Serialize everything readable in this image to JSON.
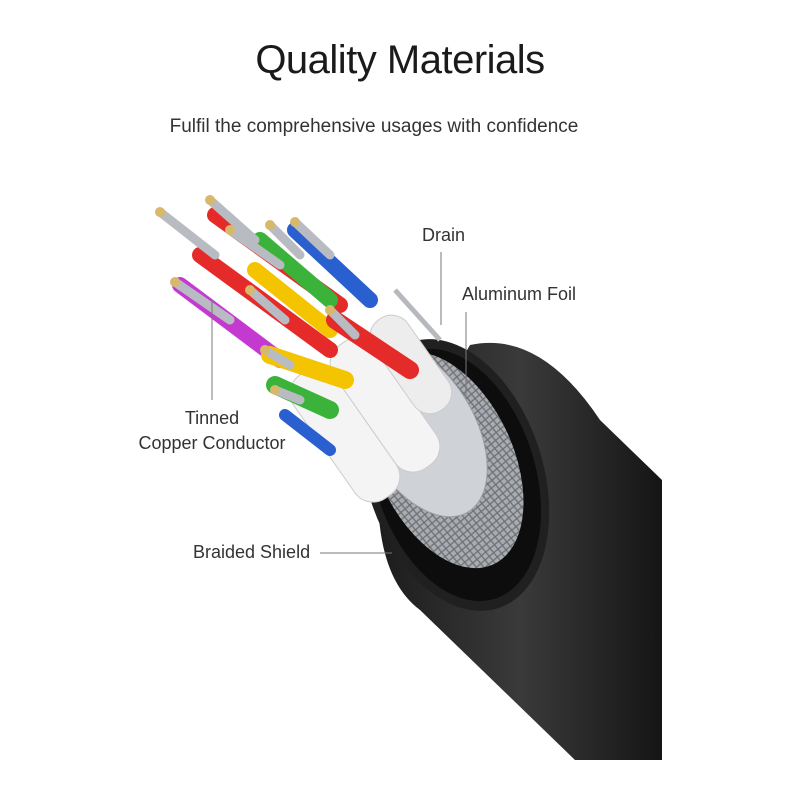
{
  "header": {
    "title": "Quality Materials",
    "subtitle": "Fulfil the comprehensive usages with confidence"
  },
  "callouts": {
    "drain": "Drain",
    "aluminum_foil": "Aluminum Foil",
    "tinned_line1": "Tinned",
    "tinned_line2": "Copper Conductor",
    "braided_shield": "Braided Shield"
  },
  "colors": {
    "jacket": "#2a2a2a",
    "braid": "#a9acb0",
    "wire_colors": [
      "#e52a2a",
      "#f4c400",
      "#3bb33b",
      "#2a5fd0",
      "#c43ad0",
      "#ffffff"
    ]
  }
}
